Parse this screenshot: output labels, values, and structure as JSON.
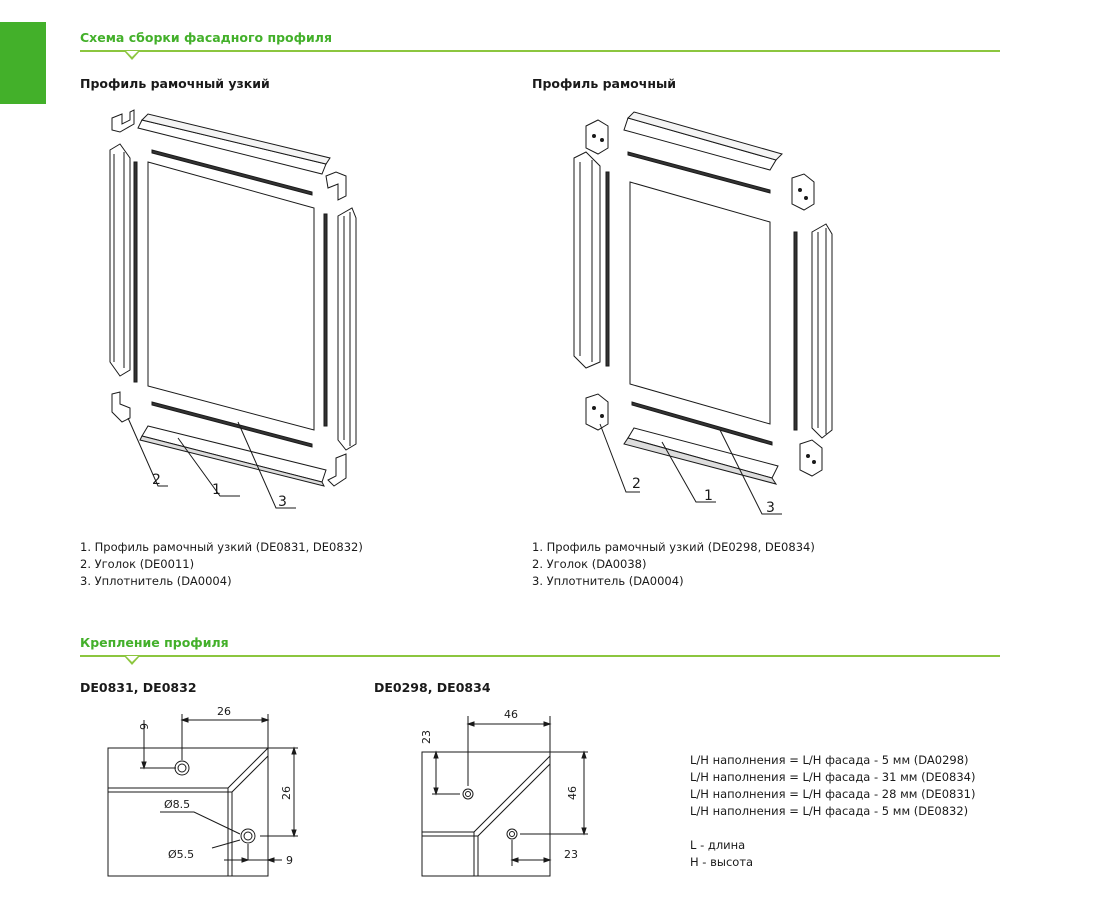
{
  "colors": {
    "accent": "#43b02a",
    "line": "#8cc63f",
    "ink": "#1a1a1a"
  },
  "assembly": {
    "title": "Схема сборки фасадного профиля",
    "narrow": {
      "title": "Профиль рамочный узкий",
      "callouts": [
        "2",
        "1",
        "3"
      ],
      "legend": [
        "1. Профиль рамочный узкий (DE0831, DE0832)",
        "2. Уголок (DE0011)",
        "3. Уплотнитель (DA0004)"
      ]
    },
    "regular": {
      "title": "Профиль рамочный",
      "callouts": [
        "2",
        "1",
        "3"
      ],
      "legend": [
        "1. Профиль рамочный узкий (DE0298, DE0834)",
        "2. Уголок (DA0038)",
        "3. Уплотнитель (DA0004)"
      ]
    }
  },
  "mounting": {
    "title": "Крепление профиля",
    "left": {
      "title": "DE0831, DE0832",
      "dims": {
        "width_top": "26",
        "offset_y": "9",
        "height": "26",
        "hole_big": "Ø8.5",
        "hole_small": "Ø5.5",
        "offset_x": "9"
      }
    },
    "right": {
      "title": "DE0298, DE0834",
      "dims": {
        "width_top": "46",
        "offset_y": "23",
        "height": "46",
        "offset_x": "23"
      }
    },
    "formulas": [
      "L/H наполнения = L/H фасада - 5 мм (DA0298)",
      "L/H наполнения = L/H фасада - 31 мм (DE0834)",
      "L/H наполнения = L/H фасада - 28 мм (DE0831)",
      "L/H наполнения = L/H фасада - 5 мм (DE0832)"
    ],
    "notes": [
      "L - длина",
      "H - высота"
    ]
  }
}
